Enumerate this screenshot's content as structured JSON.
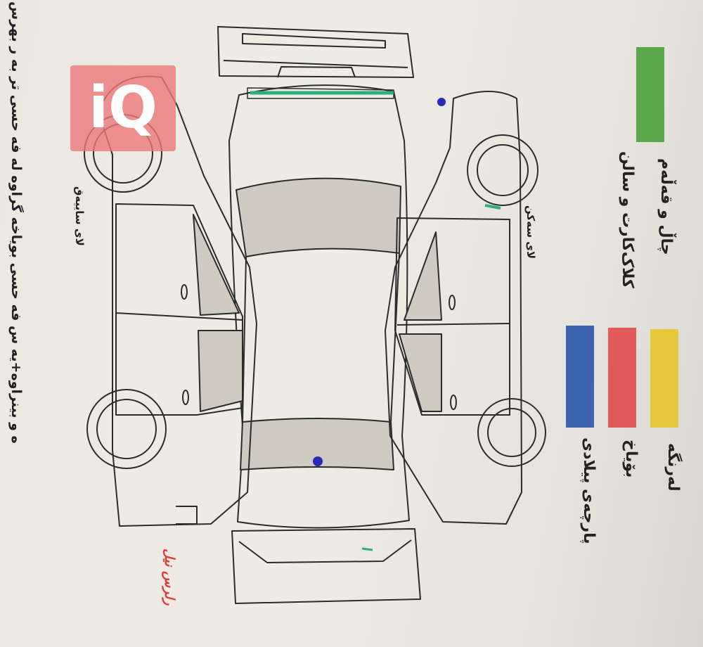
{
  "header_text": "ه و بینراوه+یه س فه حسی بویاخه گراوه له فه حسی تر به ر بهرس",
  "watermark": "iQ",
  "legend": {
    "green": {
      "color": "#5aa84a",
      "label_line1": "چاڵ و قه‌ڵه‌م",
      "label_line2": "کلاک‌کارت و سالن"
    },
    "yellow": {
      "color": "#e6c93a",
      "label": "له‌رنگه"
    },
    "red": {
      "color": "#e25a5a",
      "label": "بۆیاخ"
    },
    "blue": {
      "color": "#3a63b0",
      "label": "پارچه‌ی پیلادی"
    }
  },
  "labels": {
    "left_side": "لای ساییه‌ق",
    "right_side": "لای سه‌کن",
    "signature": "رلرس نیل"
  },
  "colors": {
    "line": "#2b2b2b",
    "panel_fill": "#cfcbc3",
    "marker_blue": "#2a2ab8",
    "marker_green": "#2bb07a",
    "sig_red": "#e23a3a"
  }
}
